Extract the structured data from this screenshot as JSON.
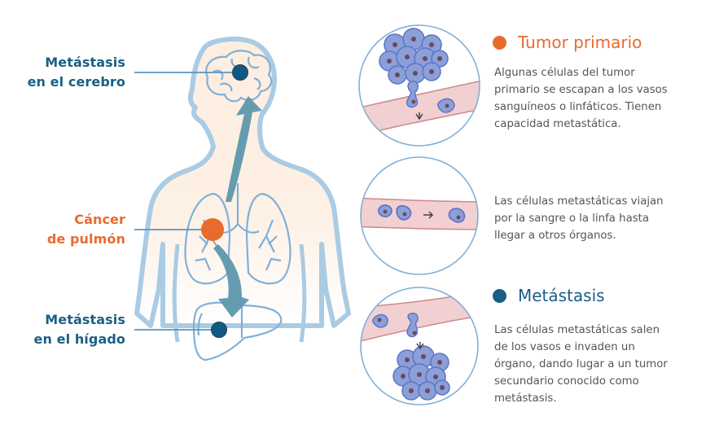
{
  "colors": {
    "primary_blue": "#1a5f85",
    "accent_orange": "#e86b2d",
    "body_text": "#555555",
    "outline_blue": "#8fbcdc",
    "skin": "#fdeee0",
    "arrow_teal": "#5e97ad",
    "vessel_pink": "#f2cfd0",
    "vessel_border": "#c98a8e",
    "cell_fill": "#8b9fd9",
    "cell_border": "#5f74c4",
    "nucleus": "#6a4a5e"
  },
  "body_diagram": {
    "labels": [
      {
        "id": "brain",
        "line1": "Metástasis",
        "line2": "en el cerebro",
        "color": "blue"
      },
      {
        "id": "lung",
        "line1": "Cáncer",
        "line2": "de pulmón",
        "color": "orange"
      },
      {
        "id": "liver",
        "line1": "Metástasis",
        "line2": "en el hígado",
        "color": "blue"
      }
    ],
    "markers": [
      {
        "id": "brain-marker",
        "type": "metastasis"
      },
      {
        "id": "lung-marker",
        "type": "primary-tumor"
      },
      {
        "id": "liver-marker",
        "type": "metastasis"
      }
    ]
  },
  "steps": [
    {
      "title": "Tumor primario",
      "title_color": "orange",
      "description_lines": [
        "Algunas células del tumor",
        "primario se escapan a los vasos",
        "sanguíneos o linfáticos. Tienen",
        "capacidad metastática."
      ],
      "illustration": "tumor-cells-escaping-into-vessel"
    },
    {
      "title": "",
      "description_lines": [
        "Las células metastáticas viajan",
        "por la sangre o la linfa hasta",
        "llegar a otros órganos."
      ],
      "illustration": "cells-travelling-in-vessel"
    },
    {
      "title": "Metástasis",
      "title_color": "blue",
      "description_lines": [
        "Las células metastáticas salen",
        "de los vasos e invaden un",
        "órgano, dando lugar a un tumor",
        "secundario conocido como",
        "metástasis."
      ],
      "illustration": "cells-leaving-vessel-forming-tumor"
    }
  ]
}
